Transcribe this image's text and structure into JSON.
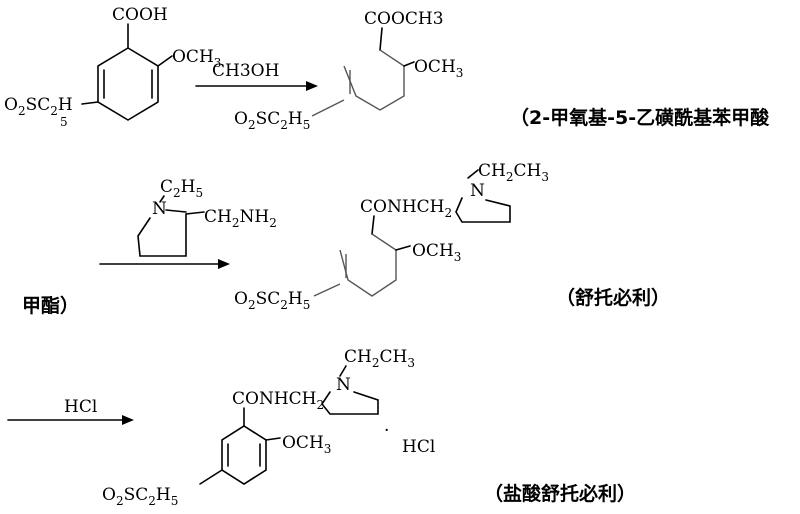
{
  "molecules": {
    "m1": {
      "top_group": "COOH",
      "side_group": {
        "main": "OCH",
        "sub": "3"
      },
      "bottom_group": {
        "a": "O",
        "a_sub": "2",
        "b": "SC",
        "b_sub": "2",
        "c": "H",
        "c_sub": "5"
      }
    },
    "m2": {
      "top_group": "COOCH3",
      "side_group": {
        "main": "OCH",
        "sub": "3"
      },
      "bottom_group": {
        "a": "O",
        "a_sub": "2",
        "b": "SC",
        "b_sub": "2",
        "c": "H",
        "c_sub": "5"
      }
    },
    "m3": {
      "top_group": "CONHCH",
      "top_sub": "2",
      "n_atom": "N",
      "ethyl": {
        "main": "CH",
        "sub1": "2",
        "end": "CH",
        "sub2": "3"
      },
      "side_group": {
        "main": "OCH",
        "sub": "3"
      },
      "bottom_group": {
        "a": "O",
        "a_sub": "2",
        "b": "SC",
        "b_sub": "2",
        "c": "H",
        "c_sub": "5"
      }
    },
    "m4": {
      "top_group": "CONHCH",
      "top_sub": "2",
      "n_atom": "N",
      "ethyl": {
        "main": "CH",
        "sub1": "2",
        "end": "CH",
        "sub2": "3"
      },
      "side_group": {
        "main": "OCH",
        "sub": "3"
      },
      "bottom_group": {
        "a": "O",
        "a_sub": "2",
        "b": "SC",
        "b_sub": "2",
        "c": "H",
        "c_sub": "5"
      },
      "salt_dot": "·",
      "salt": "HCl"
    }
  },
  "reagents": {
    "r1": "CH3OH",
    "r2": {
      "n_atom": "N",
      "n_ethyl": {
        "main": "C",
        "sub1": "2",
        "end": "H",
        "sub2": "5"
      },
      "amine": {
        "main": "CH",
        "sub1": "2",
        "end": "NH",
        "sub2": "2"
      }
    },
    "r3": "HCl"
  },
  "names": {
    "ester_part1": "（2-甲氧基-5-乙磺酰基苯甲酸",
    "ester_part2": "甲酯）",
    "sulpiride": "（舒托必利）",
    "sulpiride_hcl": "（盐酸舒托必利）"
  }
}
